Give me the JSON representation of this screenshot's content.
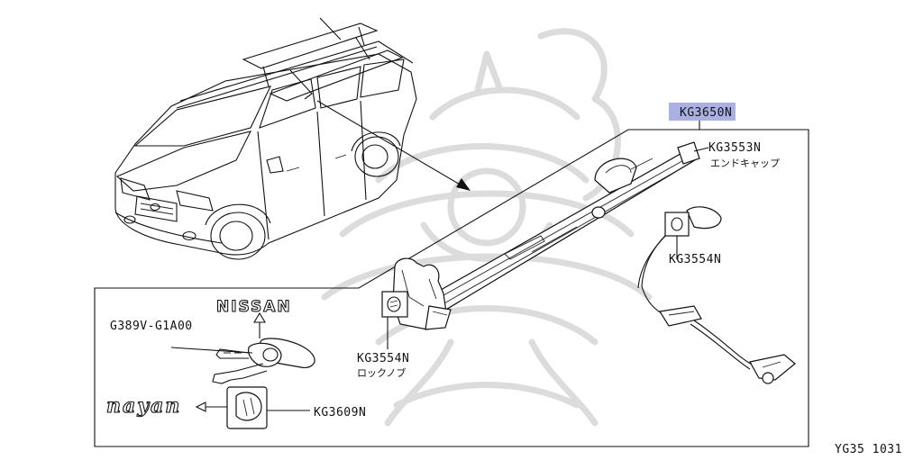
{
  "diagram": {
    "parts": {
      "main_assembly": {
        "code": "KG3650N",
        "highlight_color": "#8f96d8"
      },
      "end_cap": {
        "code": "KG3553N",
        "desc": "エンドキャップ"
      },
      "lock_knob_right": {
        "code": "KG3554N"
      },
      "lock_knob_center": {
        "code": "KG3554N",
        "desc": "ロックノブ"
      },
      "key": {
        "code": "G389V-G1A00"
      },
      "key_cap": {
        "code": "KG3609N"
      }
    },
    "brand_marks": {
      "nissan_logo": "NISSAN",
      "nayan_logo": "nayan"
    },
    "footer": {
      "ref_code": "YG35 1031"
    }
  }
}
